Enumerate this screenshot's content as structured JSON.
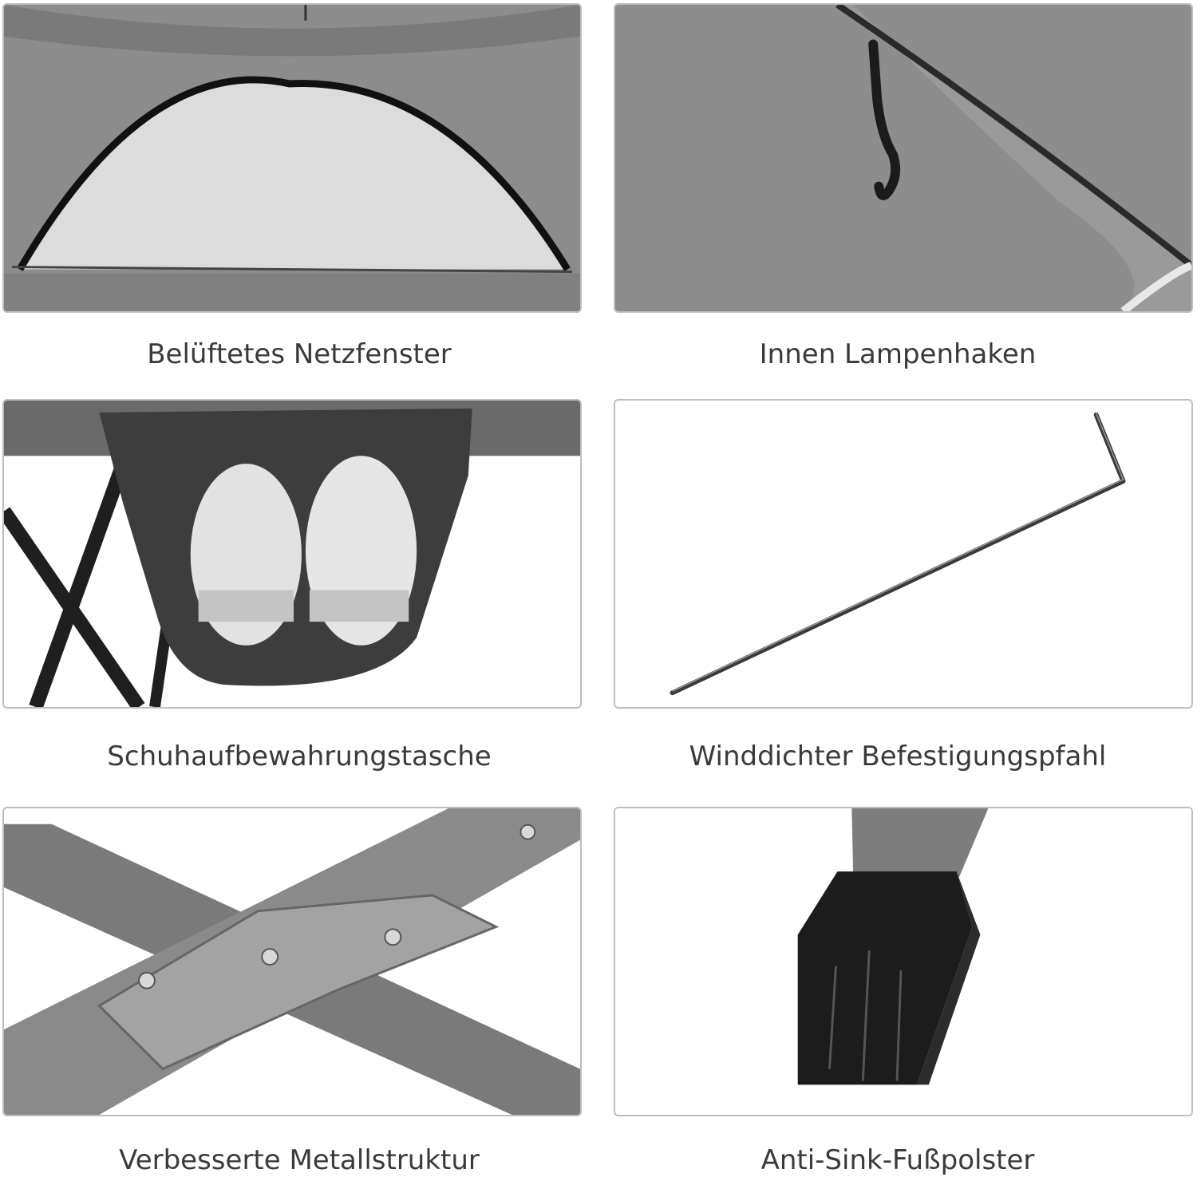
{
  "features": [
    {
      "caption": "Belüftetes Netzfenster",
      "icon": "mesh-window-photo"
    },
    {
      "caption": "Innen Lampenhaken",
      "icon": "lamp-hook-photo"
    },
    {
      "caption": "Schuhaufbewahrungstasche",
      "icon": "shoe-storage-bag-photo"
    },
    {
      "caption": "Winddichter Befestigungspfahl",
      "icon": "tent-stake-photo"
    },
    {
      "caption": "Verbesserte Metallstruktur",
      "icon": "metal-frame-photo"
    },
    {
      "caption": "Anti-Sink-Fußpolster",
      "icon": "foot-pad-photo"
    }
  ],
  "colors": {
    "frame": "#bdbdbd",
    "fabric": "#8a8a8a",
    "caption": "#3a3a3a"
  }
}
